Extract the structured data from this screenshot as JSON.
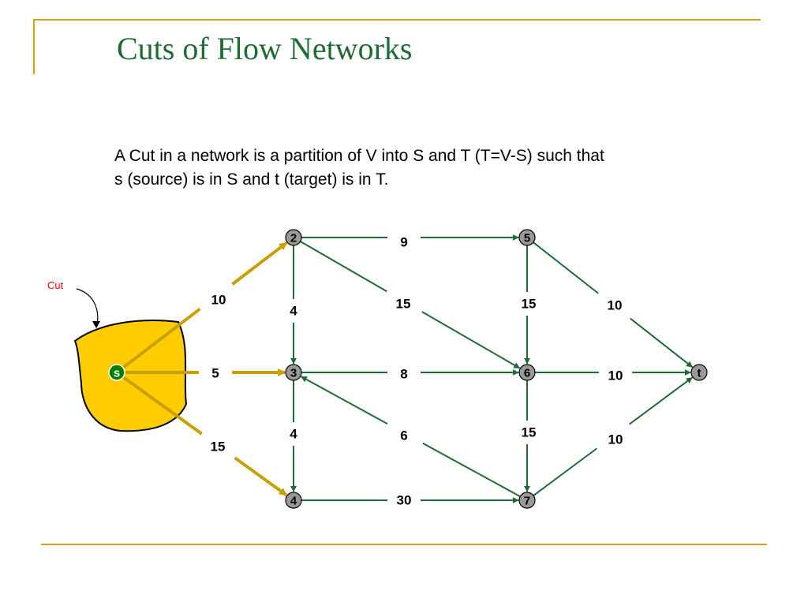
{
  "slide": {
    "title": "Cuts of Flow Networks",
    "description": [
      "A Cut in a network is a partition of V into S and T (T=V-S) such that",
      "s (source) is in S and t (target) is in T."
    ]
  },
  "diagram": {
    "cut_label": "Cut",
    "colors": {
      "edge": "#1e6b35",
      "cut_edge": "#c8a000",
      "cut_region": "#ffcc00",
      "node": "#999999",
      "source_node": "#008000",
      "title": "#1e6b35",
      "accent_rule": "#d4a017",
      "cut_text": "#ff0000"
    },
    "nodes": [
      {
        "id": "s",
        "label": "s",
        "role": "source"
      },
      {
        "id": "2",
        "label": "2"
      },
      {
        "id": "3",
        "label": "3"
      },
      {
        "id": "4",
        "label": "4"
      },
      {
        "id": "5",
        "label": "5"
      },
      {
        "id": "6",
        "label": "6"
      },
      {
        "id": "7",
        "label": "7"
      },
      {
        "id": "t",
        "label": "t",
        "role": "sink"
      }
    ],
    "edges": [
      {
        "from": "s",
        "to": "2",
        "capacity": "10",
        "crosses_cut": true
      },
      {
        "from": "s",
        "to": "3",
        "capacity": "5",
        "crosses_cut": true
      },
      {
        "from": "s",
        "to": "4",
        "capacity": "15",
        "crosses_cut": true
      },
      {
        "from": "2",
        "to": "5",
        "capacity": "9"
      },
      {
        "from": "2",
        "to": "3",
        "capacity": "4"
      },
      {
        "from": "2",
        "to": "6",
        "capacity": "15"
      },
      {
        "from": "3",
        "to": "6",
        "capacity": "8"
      },
      {
        "from": "3",
        "to": "4",
        "capacity": "4"
      },
      {
        "from": "7",
        "to": "3",
        "capacity": "6"
      },
      {
        "from": "4",
        "to": "7",
        "capacity": "30"
      },
      {
        "from": "5",
        "to": "6",
        "capacity": "15"
      },
      {
        "from": "5",
        "to": "t",
        "capacity": "10"
      },
      {
        "from": "6",
        "to": "t",
        "capacity": "10"
      },
      {
        "from": "6",
        "to": "7",
        "capacity": "15"
      },
      {
        "from": "7",
        "to": "t",
        "capacity": "10"
      }
    ]
  }
}
